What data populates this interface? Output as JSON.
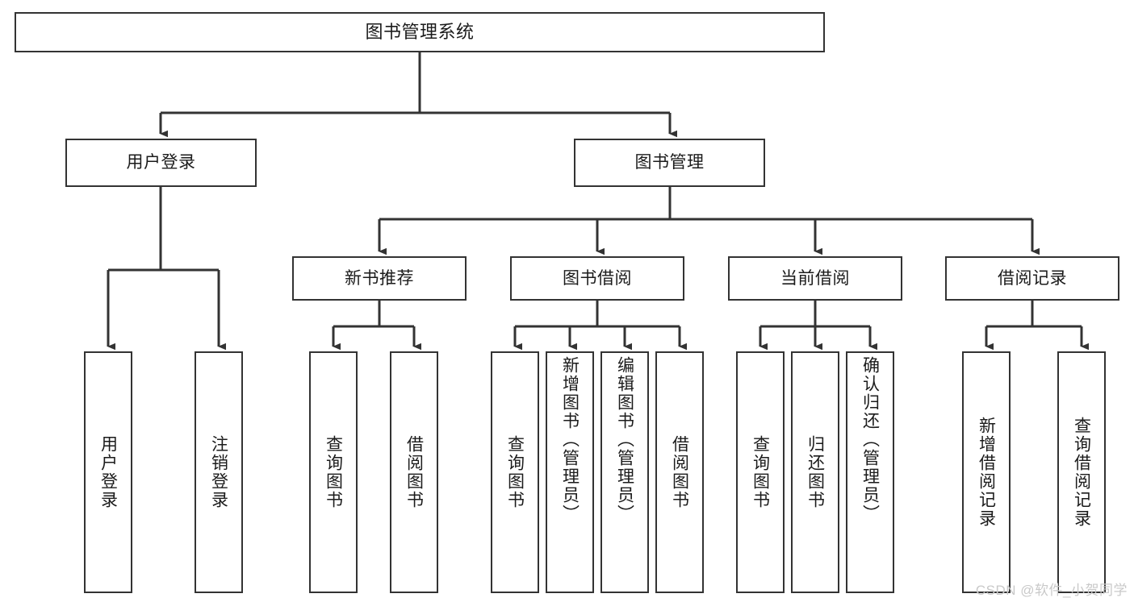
{
  "diagram": {
    "kind": "hierarchy-tree",
    "title_node": {
      "id": "root",
      "label": "图书管理系统"
    },
    "level2": [
      {
        "id": "user-login",
        "label": "用户登录"
      },
      {
        "id": "book-manage",
        "label": "图书管理"
      }
    ],
    "level3": [
      {
        "id": "new-book-rec",
        "label": "新书推荐"
      },
      {
        "id": "book-borrow",
        "label": "图书借阅"
      },
      {
        "id": "current-borrow",
        "label": "当前借阅"
      },
      {
        "id": "borrow-record",
        "label": "借阅记录"
      }
    ],
    "leaves": {
      "user_login": [
        {
          "id": "leaf-user-login",
          "label": "用户登录",
          "vcenter": true
        },
        {
          "id": "leaf-user-logout",
          "label": "注销登录",
          "vcenter": true
        }
      ],
      "new_book_rec": [
        {
          "id": "leaf-query-book-1",
          "label": "查询图书",
          "vcenter": true
        },
        {
          "id": "leaf-borrow-book-1",
          "label": "借阅图书",
          "vcenter": true
        }
      ],
      "book_borrow": [
        {
          "id": "leaf-query-book-2",
          "label": "查询图书",
          "vcenter": true
        },
        {
          "id": "leaf-add-book",
          "label": "新增图书（管理员）",
          "vcenter": false
        },
        {
          "id": "leaf-edit-book",
          "label": "编辑图书（管理员）",
          "vcenter": false
        },
        {
          "id": "leaf-borrow-book-2",
          "label": "借阅图书",
          "vcenter": true
        }
      ],
      "current_borrow": [
        {
          "id": "leaf-query-book-3",
          "label": "查询图书",
          "vcenter": true
        },
        {
          "id": "leaf-return-book",
          "label": "归还图书",
          "vcenter": true
        },
        {
          "id": "leaf-confirm-return",
          "label": "确认归还（管理员）",
          "vcenter": false
        }
      ],
      "borrow_record": [
        {
          "id": "leaf-add-record",
          "label": "新增借阅记录",
          "vcenter": true
        },
        {
          "id": "leaf-query-record",
          "label": "查询借阅记录",
          "vcenter": true
        }
      ]
    },
    "watermark": "CSDN @软件_小贺同学",
    "colors": {
      "stroke": "#333333",
      "fill": "#ffffff",
      "text": "#1b1b1b",
      "watermark": "#c9c9c9"
    }
  }
}
